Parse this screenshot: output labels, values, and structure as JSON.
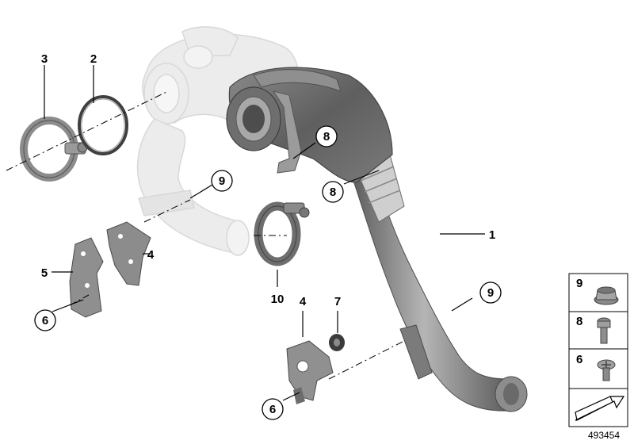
{
  "callouts": {
    "c1": "1",
    "c2": "2",
    "c3": "3",
    "c4a": "4",
    "c4b": "4",
    "c5": "5",
    "c6a": "6",
    "c6b": "6",
    "c7": "7",
    "c8a": "8",
    "c8b": "8",
    "c9a": "9",
    "c9b": "9",
    "c10": "10"
  },
  "legend": {
    "row1": "9",
    "row2": "8",
    "row3": "6"
  },
  "diagram_number": "493454",
  "colors": {
    "part_dark": "#6f6f6f",
    "part_mid": "#9a9a9a",
    "ghost": "#e6e6e6",
    "line": "#000000"
  }
}
